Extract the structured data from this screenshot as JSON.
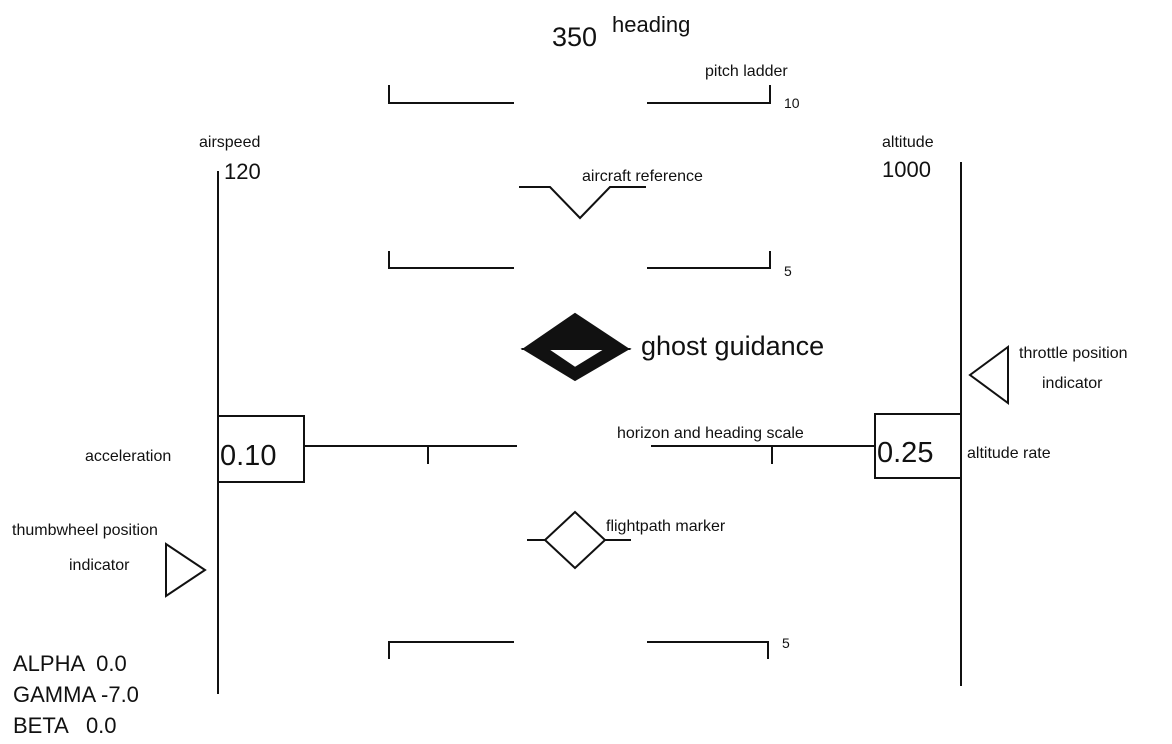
{
  "heading": {
    "value": "350",
    "label": "heading"
  },
  "pitch_ladder_label": "pitch ladder",
  "pitch_marks": {
    "top": "10",
    "upper": "5",
    "lower": "5"
  },
  "airspeed": {
    "label": "airspeed",
    "value": "120"
  },
  "altitude": {
    "label": "altitude",
    "value": "1000"
  },
  "aircraft_reference_label": "aircraft reference",
  "ghost_guidance_label": "ghost guidance",
  "throttle": {
    "label_line1": "throttle position",
    "label_line2": "indicator"
  },
  "acceleration": {
    "label": "acceleration",
    "value": "0.10"
  },
  "altitude_rate": {
    "label": "altitude rate",
    "value": "0.25"
  },
  "horizon_label": "horizon and heading scale",
  "flightpath_marker_label": "flightpath marker",
  "thumbwheel": {
    "label_line1": "thumbwheel position",
    "label_line2": "indicator"
  },
  "readouts": {
    "alpha": "ALPHA  0.0",
    "gamma": "GAMMA -7.0",
    "beta": "BETA   0.0"
  },
  "colors": {
    "ink": "#111111",
    "background": "#ffffff"
  }
}
